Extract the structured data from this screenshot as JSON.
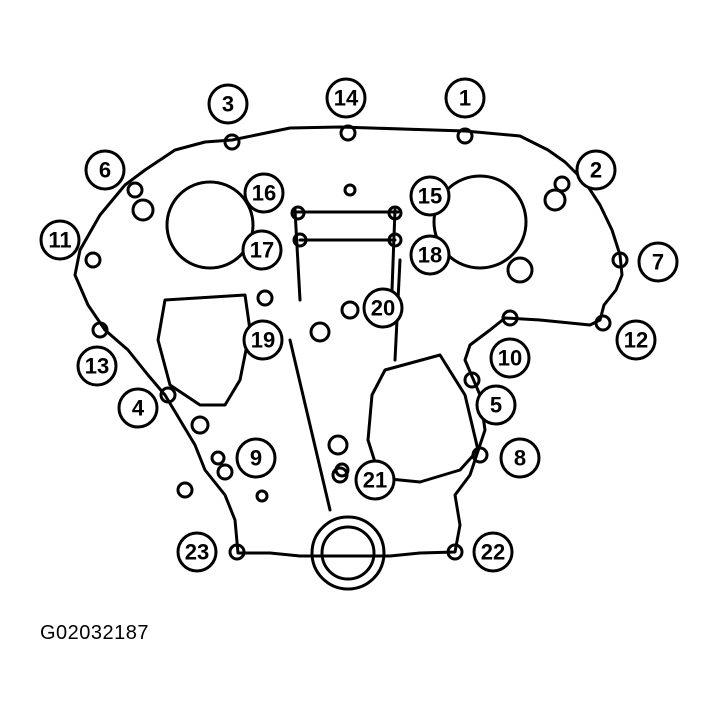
{
  "figure": {
    "id_label": "G02032187"
  },
  "callouts": [
    {
      "number": "1"
    },
    {
      "number": "2"
    },
    {
      "number": "3"
    },
    {
      "number": "4"
    },
    {
      "number": "5"
    },
    {
      "number": "6"
    },
    {
      "number": "7"
    },
    {
      "number": "8"
    },
    {
      "number": "9"
    },
    {
      "number": "10"
    },
    {
      "number": "11"
    },
    {
      "number": "12"
    },
    {
      "number": "13"
    },
    {
      "number": "14"
    },
    {
      "number": "15"
    },
    {
      "number": "16"
    },
    {
      "number": "17"
    },
    {
      "number": "18"
    },
    {
      "number": "19"
    },
    {
      "number": "20"
    },
    {
      "number": "21"
    },
    {
      "number": "22"
    },
    {
      "number": "23"
    }
  ],
  "colors": {
    "line": "#000000",
    "background": "#ffffff"
  }
}
